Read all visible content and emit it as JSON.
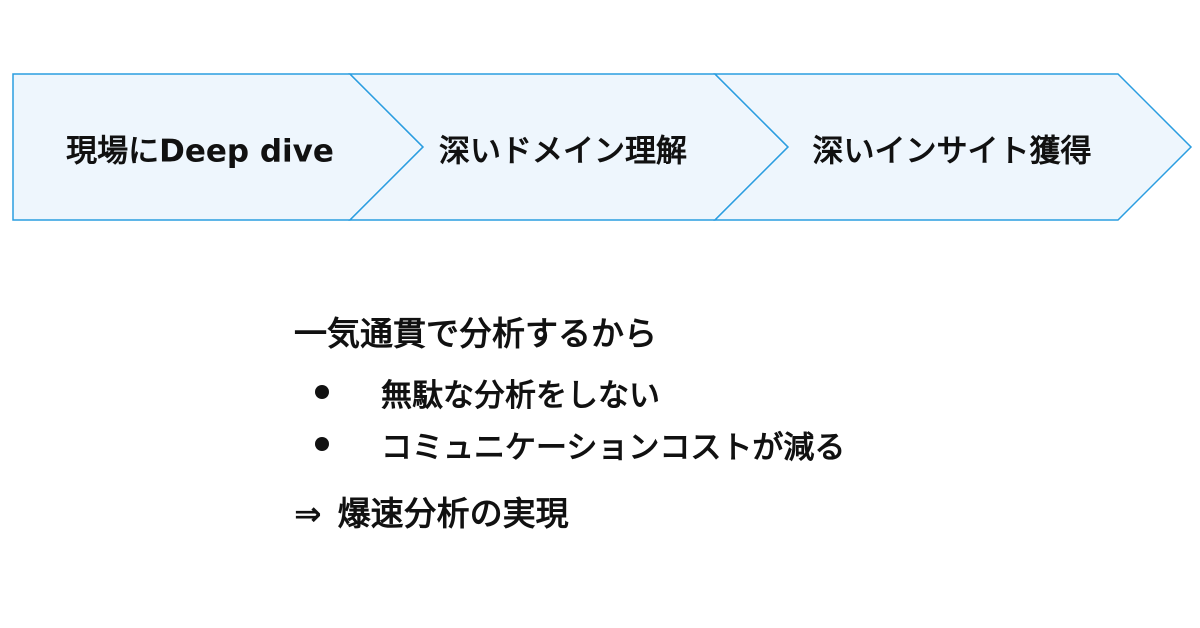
{
  "flow": {
    "fill_color": "#eef6fd",
    "stroke_color": "#2a9de0",
    "steps": [
      {
        "label": "現場にDeep dive"
      },
      {
        "label": "深いドメイン理解"
      },
      {
        "label": "深いインサイト獲得"
      }
    ]
  },
  "summary": {
    "headline": "一気通貫で分析するから",
    "bullets": [
      {
        "text": "無駄な分析をしない"
      },
      {
        "text": "コミュニケーションコストが減る"
      }
    ],
    "conclusion_symbol": "⇒",
    "conclusion_text": "爆速分析の実現"
  }
}
